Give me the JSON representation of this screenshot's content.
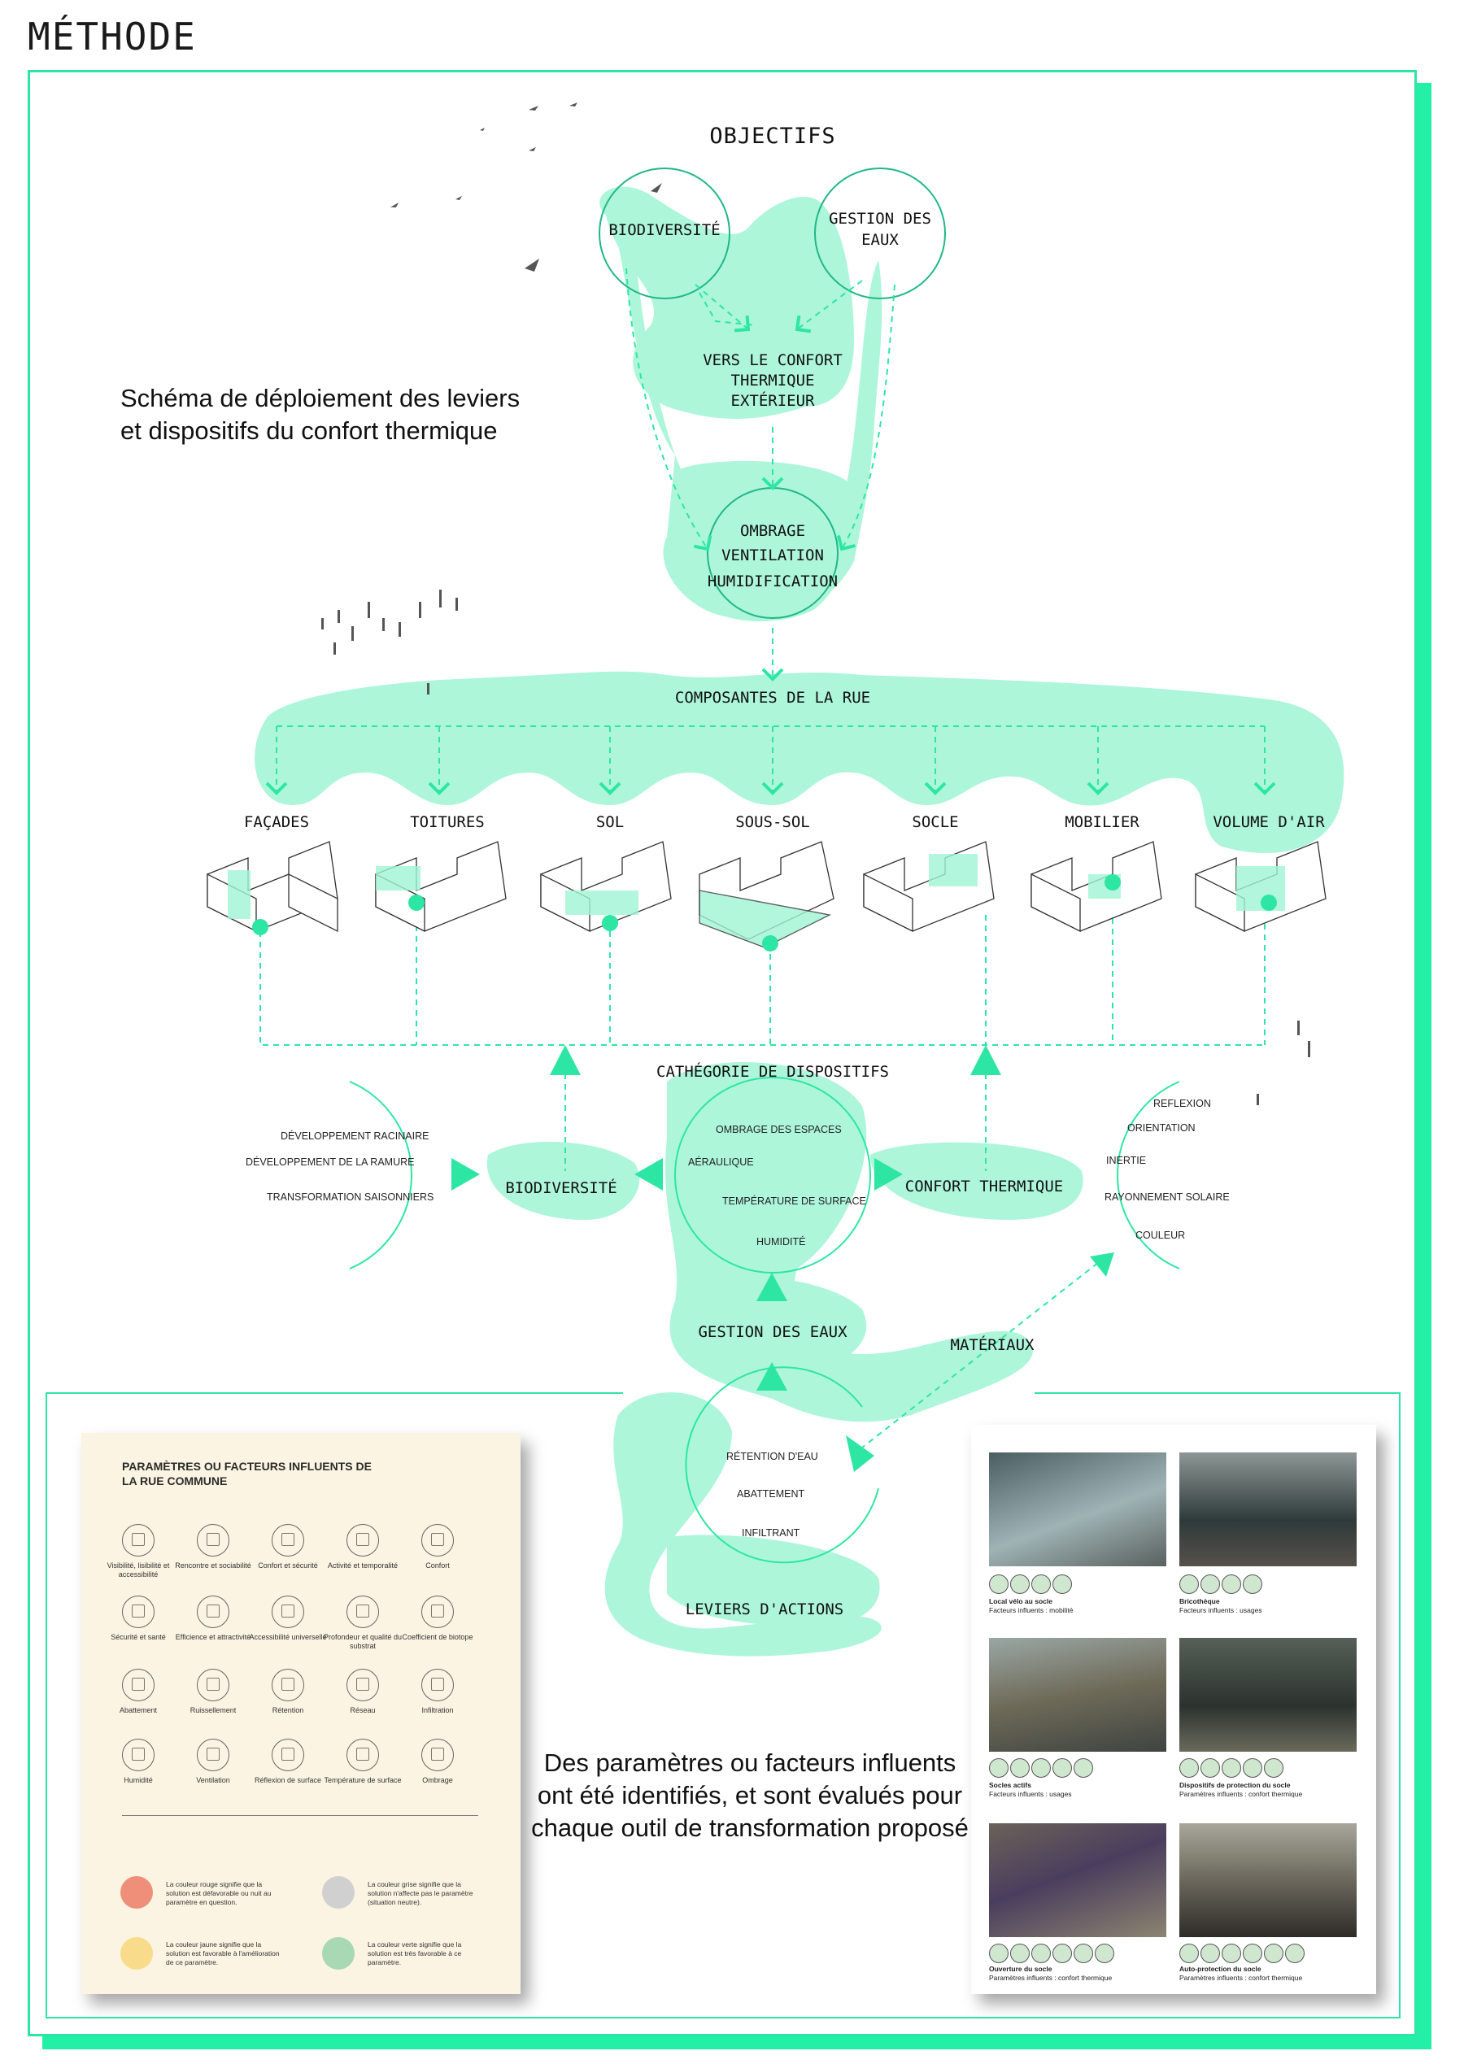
{
  "page_title": "MÉTHODE",
  "caption_schema": "Schéma de déploiement des leviers et dispositifs du confort thermique",
  "caption_params": "Des paramètres ou facteurs influents ont été identifiés, et sont évalués pour chaque outil de transformation proposé",
  "objectifs": {
    "header": "OBJECTIFS",
    "biodiversite": "BIODIVERSITÉ",
    "gestion_eaux_1": "GESTION DES",
    "gestion_eaux_2": "EAUX",
    "confort_1": "VERS LE CONFORT",
    "confort_2": "THERMIQUE",
    "confort_3": "EXTÉRIEUR",
    "ombrage": "OMBRAGE",
    "ventilation": "VENTILATION",
    "humidification": "HUMIDIFICATION"
  },
  "composantes": {
    "header": "COMPOSANTES DE LA RUE",
    "items": [
      "FAÇADES",
      "TOITURES",
      "SOL",
      "SOUS-SOL",
      "SOCLE",
      "MOBILIER",
      "VOLUME D'AIR"
    ]
  },
  "dispositifs": {
    "header": "CATHÉGORIE DE DISPOSITIFS",
    "biodiversite": "BIODIVERSITÉ",
    "confort_thermique": "CONFORT THERMIQUE",
    "gestion_eaux": "GESTION DES EAUX",
    "materiaux": "MATÉRIAUX",
    "leviers": "LEVIERS D'ACTIONS",
    "bio_items": [
      "DÉVELOPPEMENT RACINAIRE",
      "DÉVELOPPEMENT DE LA RAMURE",
      "TRANSFORMATION SAISONNIERS"
    ],
    "centre_items": [
      "OMBRAGE DES ESPACES",
      "AÉRAULIQUE",
      "TEMPÉRATURE DE SURFACE",
      "HUMIDITÉ"
    ],
    "confort_items": [
      "REFLEXION",
      "ORIENTATION",
      "INERTIE",
      "RAYONNEMENT SOLAIRE",
      "COULEUR"
    ],
    "eaux_items": [
      "RÉTENTION D'EAU",
      "ABATTEMENT",
      "INFILTRANT"
    ]
  },
  "poster_left": {
    "title": "PARAMÈTRES OU FACTEURS INFLUENTS DE LA RUE COMMUNE",
    "items": [
      "Visibilité, lisibilité et accessibilité",
      "Rencontre et sociabilité",
      "Confort et sécurité",
      "Activité et temporalité",
      "Confort",
      "Sécurité et santé",
      "Efficience et attractivité",
      "Accessibilité universelle",
      "Profondeur et qualité du substrat",
      "Coefficient de biotope",
      "Abattement",
      "Ruissellement",
      "Rétention",
      "Réseau",
      "Infiltration",
      "Humidité",
      "Ventilation",
      "Réflexion de surface",
      "Température de surface",
      "Ombrage"
    ],
    "legend": [
      "La couleur rouge signifie que la solution est défavorable ou nuit au paramètre en question.",
      "La couleur grise signifie que la solution n'affecte pas le paramètre (situation neutre).",
      "La couleur jaune signifie que la solution est favorable à l'amélioration de ce paramètre.",
      "La couleur verte signifie que la solution est très favorable à ce paramètre."
    ]
  },
  "poster_right": {
    "items": [
      {
        "title": "Local vélo au socle",
        "sub": "Facteurs influents : mobilité"
      },
      {
        "title": "Bricothèque",
        "sub": "Facteurs influents : usages"
      },
      {
        "title": "Socles actifs",
        "sub": "Facteurs influents : usages"
      },
      {
        "title": "Dispositifs de protection du socle",
        "sub": "Paramètres influents : confort thermique"
      },
      {
        "title": "Ouverture du socle",
        "sub": "Paramètres influents : confort thermique"
      },
      {
        "title": "Auto-protection du socle",
        "sub": "Paramètres influents : confort thermique"
      }
    ]
  },
  "colors": {
    "accent": "#2ee6a4",
    "blob": "#9ff5d4",
    "legend_red": "#ef8f7a",
    "legend_grey": "#d0d0d0",
    "legend_yellow": "#f8dc8c",
    "legend_green": "#a8d8b4"
  }
}
